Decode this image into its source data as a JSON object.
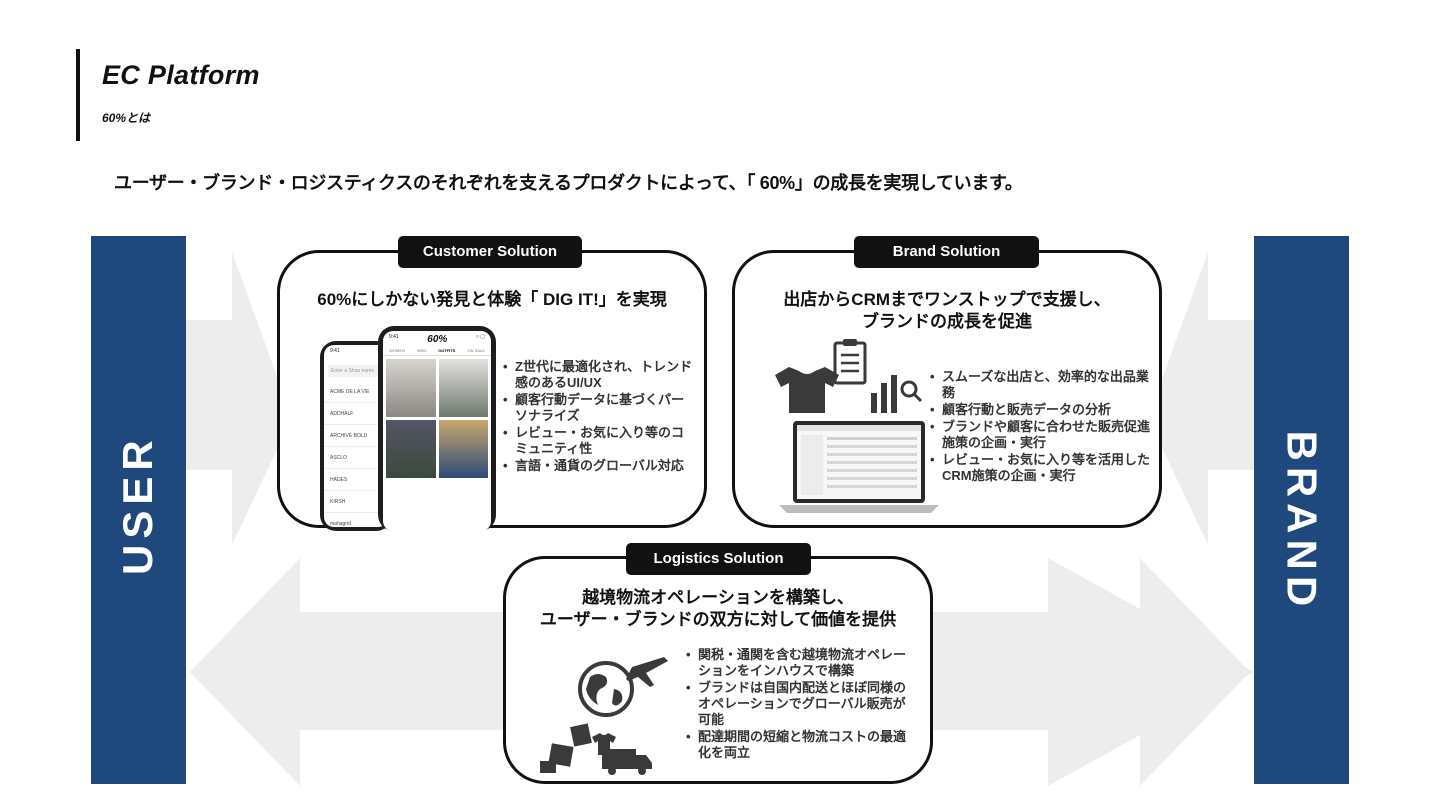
{
  "header": {
    "title": "EC Platform",
    "subtitle": "60%とは"
  },
  "lead": "ユーザー・ブランド・ロジスティクスのそれぞれを支えるプロダクトによって、「 60%」の成長を実現しています。",
  "sides": {
    "left": "USER",
    "right": "BRAND"
  },
  "customer": {
    "tag": "Customer Solution",
    "heading": "60%にしかない発見と体験「 DIG IT!」を実現",
    "bullets": [
      "Z世代に最適化され、トレンド感のあるUI/UX",
      "顧客行動データに基づくパーソナライズ",
      "レビュー・お気に入り等のコミュニティ性",
      "言語・通貨のグローバル対応"
    ],
    "phone": {
      "logo": "60%",
      "time": "9:41",
      "tabs": [
        "WOMEN",
        "MEN",
        "OUTFITS",
        "ON SALE"
      ],
      "search_placeholder": "Enter a Shop name",
      "brands": [
        "ACME DE LA VIE",
        "ADDHALF",
        "ARCHIVE BOLD",
        "ASCLO",
        "HADES",
        "KIRSH",
        "mahagrid"
      ]
    }
  },
  "brand": {
    "tag": "Brand Solution",
    "heading_lines": [
      "出店からCRMまでワンストップで支援し、",
      "ブランドの成長を促進"
    ],
    "bullets": [
      "スムーズな出店と、効率的な出品業務",
      "顧客行動と販売データの分析",
      "ブランドや顧客に合わせた販売促進施策の企画・実行",
      "レビュー・お気に入り等を活用したCRM施策の企画・実行"
    ]
  },
  "logistics": {
    "tag": "Logistics Solution",
    "heading_lines": [
      "越境物流オペレーションを構築し、",
      "ユーザー・ブランドの双方に対して価値を提供"
    ],
    "bullets": [
      "関税・通関を含む越境物流オペレーションをインハウスで構築",
      "ブランドは自国内配送とほぼ同様のオペレーションでグローバル販売が可能",
      "配達期間の短縮と物流コストの最適化を両立"
    ]
  },
  "colors": {
    "side_panel": "#1f497d",
    "arrow": "#ededed",
    "card_border": "#111111"
  }
}
